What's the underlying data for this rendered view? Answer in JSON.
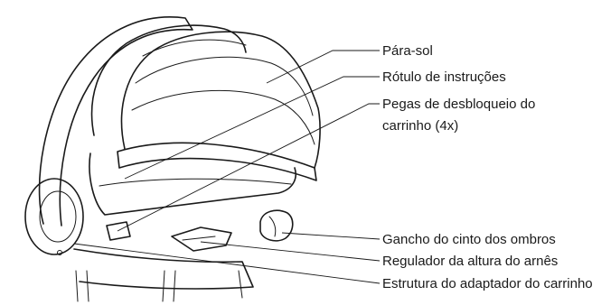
{
  "callouts": [
    {
      "id": "canopy",
      "lines": [
        "Pára-sol"
      ]
    },
    {
      "id": "instruction-label",
      "lines": [
        "Rótulo de instruções"
      ]
    },
    {
      "id": "release-handles",
      "lines": [
        "Pegas de desbloqueio do",
        "carrinho (4x)"
      ]
    },
    {
      "id": "shoulder-belt-hook",
      "lines": [
        "Gancho do cinto dos ombros"
      ]
    },
    {
      "id": "harness-height-adjuster",
      "lines": [
        "Regulador da altura do arnês"
      ]
    },
    {
      "id": "adapter-frame",
      "lines": [
        "Estrutura do adaptador do carrinho"
      ]
    }
  ],
  "colors": {
    "ink": "#1a1a1a",
    "background": "#ffffff"
  }
}
